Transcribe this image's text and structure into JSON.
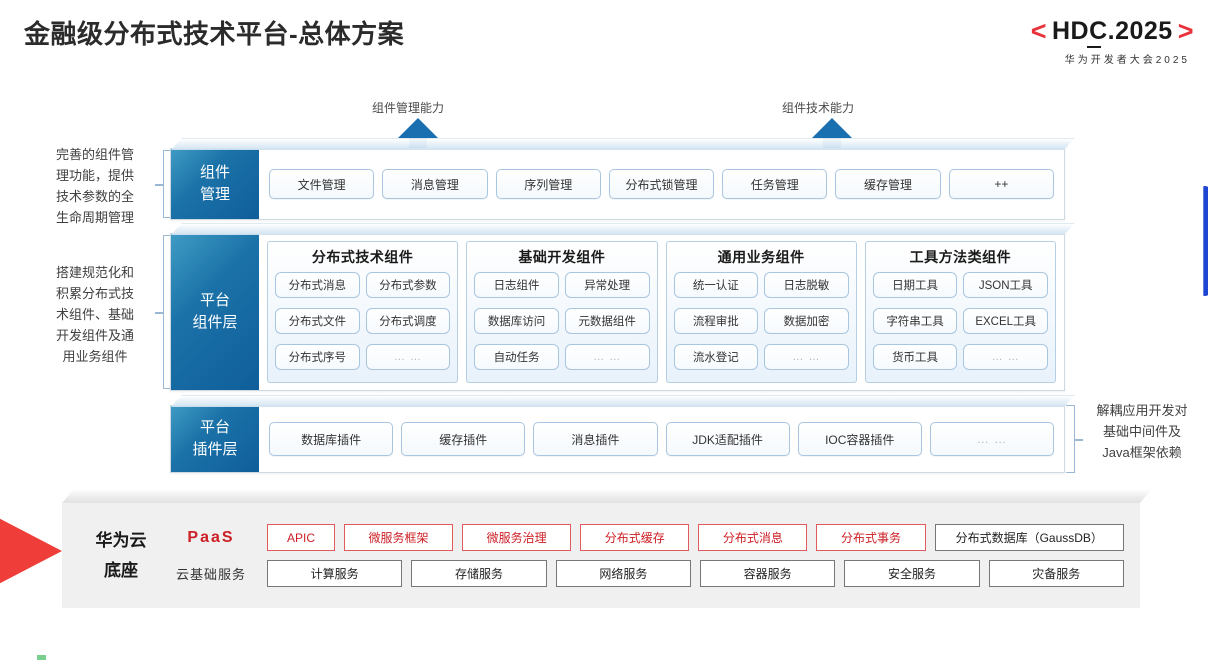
{
  "header": {
    "title": "金融级分布式技术平台-总体方案",
    "logo": {
      "bracket_left": "<",
      "bracket_right": ">",
      "main": "HDC.2025",
      "subtitle": "华为开发者大会2025",
      "bracket_color": "#e8323c"
    }
  },
  "capabilities": [
    {
      "label": "组件管理能力",
      "icon": "up-arrow-icon"
    },
    {
      "label": "组件技术能力",
      "icon": "up-arrow-icon"
    }
  ],
  "annotations": {
    "left": [
      "完善的组件管\n理功能，提供\n技术参数的全\n生命周期管理",
      "搭建规范化和\n积累分布式技\n术组件、基础\n开发组件及通\n用业务组件"
    ],
    "right": [
      "解耦应用开发对\n基础中间件及\nJava框架依赖"
    ]
  },
  "layers": {
    "component_mgmt": {
      "label": "组件\n管理",
      "items": [
        "文件管理",
        "消息管理",
        "序列管理",
        "分布式锁管理",
        "任务管理",
        "缓存管理",
        "++"
      ]
    },
    "platform_component": {
      "label": "平台\n组件层",
      "groups": [
        {
          "title": "分布式技术组件",
          "items": [
            "分布式消息",
            "分布式参数",
            "分布式文件",
            "分布式调度",
            "分布式序号",
            "… …"
          ]
        },
        {
          "title": "基础开发组件",
          "items": [
            "日志组件",
            "异常处理",
            "数据库访问",
            "元数据组件",
            "自动任务",
            "… …"
          ]
        },
        {
          "title": "通用业务组件",
          "items": [
            "统一认证",
            "日志脱敏",
            "流程审批",
            "数据加密",
            "流水登记",
            "… …"
          ]
        },
        {
          "title": "工具方法类组件",
          "items": [
            "日期工具",
            "JSON工具",
            "字符串工具",
            "EXCEL工具",
            "货币工具",
            "… …"
          ]
        }
      ]
    },
    "platform_plugin": {
      "label": "平台\n插件层",
      "items": [
        "数据库插件",
        "缓存插件",
        "消息插件",
        "JDK适配插件",
        "IOC容器插件",
        "… …"
      ]
    }
  },
  "base": {
    "title": "华为云\n底座",
    "rows": [
      {
        "label": "PaaS",
        "label_style": "paas",
        "items": [
          {
            "text": "APIC",
            "style": "red"
          },
          {
            "text": "微服务框架",
            "style": "red"
          },
          {
            "text": "微服务治理",
            "style": "red"
          },
          {
            "text": "分布式缓存",
            "style": "red"
          },
          {
            "text": "分布式消息",
            "style": "red"
          },
          {
            "text": "分布式事务",
            "style": "red"
          },
          {
            "text": "分布式数据库（GaussDB）",
            "style": "gray"
          }
        ]
      },
      {
        "label": "云基础服务",
        "label_style": "infra",
        "items": [
          {
            "text": "计算服务",
            "style": "gray"
          },
          {
            "text": "存储服务",
            "style": "gray"
          },
          {
            "text": "网络服务",
            "style": "gray"
          },
          {
            "text": "容器服务",
            "style": "gray"
          },
          {
            "text": "安全服务",
            "style": "gray"
          },
          {
            "text": "灾备服务",
            "style": "gray"
          }
        ]
      }
    ]
  },
  "colors": {
    "accent_blue": "#0f5e9b",
    "accent_red": "#cc2026",
    "decor_red": "#ef3e3a",
    "decor_blue": "#1f46d2",
    "base_bg": "#f0f0f0"
  }
}
